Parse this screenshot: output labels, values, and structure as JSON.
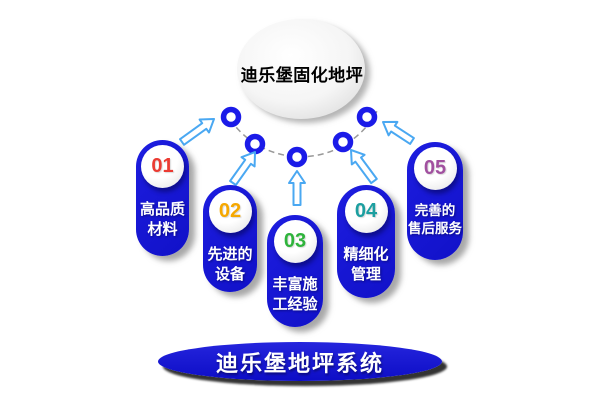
{
  "center_circle": {
    "title": "迪乐堡固化地坪"
  },
  "bottom_banner": {
    "label": "迪乐堡地坪系统"
  },
  "pills": [
    {
      "number": "01",
      "label": "高品质\n材料",
      "number_color": "#eb3b32"
    },
    {
      "number": "02",
      "label": "先进的\n设备",
      "number_color": "#f6a800"
    },
    {
      "number": "03",
      "label": "丰富施\n工经验",
      "number_color": "#2fb43c"
    },
    {
      "number": "04",
      "label": "精细化\n管理",
      "number_color": "#1c9fa0"
    },
    {
      "number": "05",
      "label": "完善的\n售后服务",
      "number_color": "#a1509f"
    }
  ],
  "connector_nodes": {
    "count": 5,
    "shape": "ring-circle"
  },
  "arrows": {
    "count": 5,
    "style": "outlined-arrow"
  },
  "colors": {
    "pill_blue": "#1414d2",
    "node_ring_blue": "#1b1be8",
    "arrow_outline_blue": "#4aa8f2",
    "dashed_arc_gray": "#999999",
    "banner_blue": "#1313cf",
    "center_circle_fill": "#f5f5f5",
    "label_text": "#ffffff",
    "center_title_text": "#000000"
  }
}
